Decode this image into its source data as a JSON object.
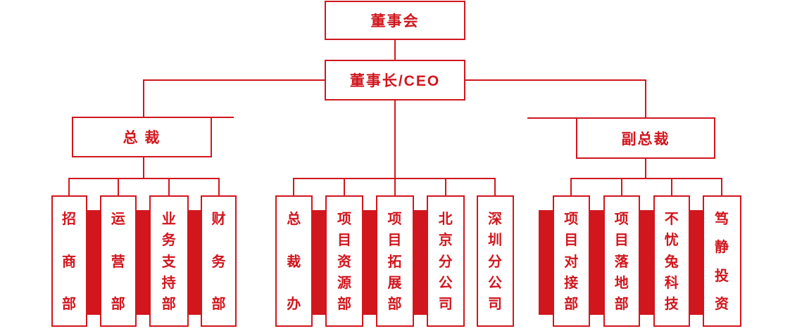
{
  "colors": {
    "accent": "#d1161e",
    "background": "#ffffff"
  },
  "org_chart": {
    "root": {
      "label": "董事会"
    },
    "level2": {
      "label": "董事长/CEO"
    },
    "branches": {
      "president": {
        "label": "总 裁",
        "departments": [
          "招商部",
          "运营部",
          "业务支持部",
          "财务部"
        ]
      },
      "ceo_direct": {
        "departments": [
          "总裁办",
          "项目资源部",
          "项目拓展部",
          "北京分公司",
          "深圳分公司"
        ]
      },
      "vice_president": {
        "label": "副总裁",
        "departments": [
          "项目对接部",
          "项目落地部",
          "不忧兔科技",
          "笃静投资"
        ]
      }
    }
  }
}
